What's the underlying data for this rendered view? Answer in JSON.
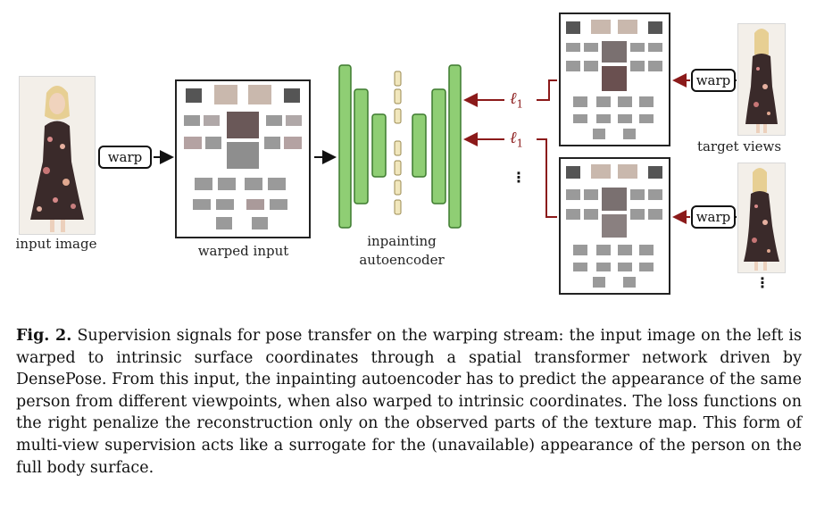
{
  "figure": {
    "warp_label": "warp",
    "input_label": "input image",
    "warped_label": "warped input",
    "network_label_line1": "inpainting",
    "network_label_line2": "autoencoder",
    "target_label": "target views",
    "loss_symbol": "ℓ",
    "loss_subscript": "1",
    "continuation": "⋮",
    "colors": {
      "network": "#8fce74",
      "network_edge": "#3d7a2e",
      "bottleneck": "#f1e7bd",
      "loss_arrow": "#8b1a1a"
    }
  },
  "caption": {
    "label": "Fig. 2.",
    "text": " Supervision signals for pose transfer on the warping stream: the input image on the left is warped to intrinsic surface coordinates through a spatial transformer network driven by DensePose. From this input, the inpainting autoencoder has to predict the appearance of the same person from different viewpoints, when also warped to intrinsic coordinates. The loss functions on the right penalize the reconstruction only on the observed parts of the texture map. This form of multi-view supervision acts like a surrogate for the (unavailable) appearance of the person on the full body surface."
  }
}
